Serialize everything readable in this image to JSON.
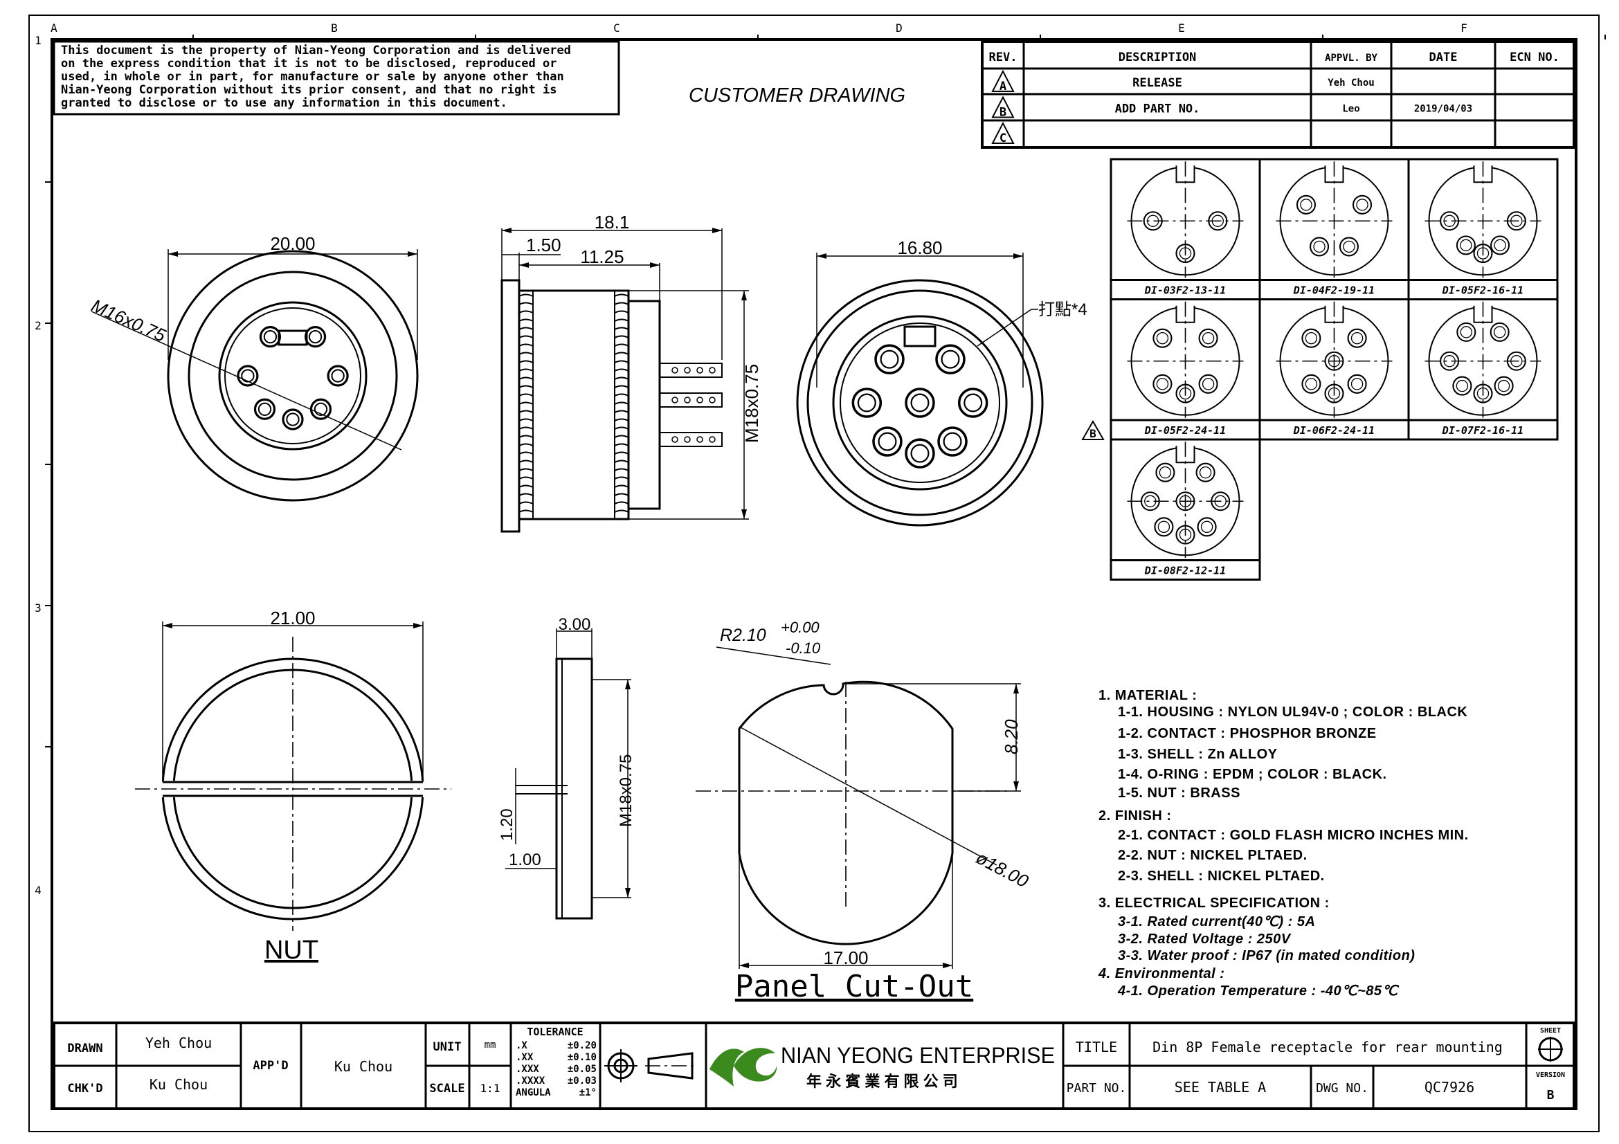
{
  "frame": {
    "columns": [
      "A",
      "B",
      "C",
      "D",
      "E",
      "F"
    ],
    "rows": [
      "1",
      "2",
      "3",
      "4"
    ]
  },
  "notice": [
    "This document is the property of Nian-Yeong Corporation and is delivered",
    "on  the  express condition that it is not to be disclosed, reproduced or",
    "used, in whole or in part, for manufacture or sale by anyone other than",
    "Nian-Yeong Corporation without  its prior consent, and that  no right  is",
    "granted to disclose or to use any information in this  document."
  ],
  "header_title": "CUSTOMER DRAWING",
  "revision_table": {
    "headers": [
      "REV.",
      "DESCRIPTION",
      "APPVL. BY",
      "DATE",
      "ECN NO."
    ],
    "rows": [
      {
        "rev": "A",
        "description": "RELEASE",
        "approved_by": "Yeh Chou",
        "date": "",
        "ecn": ""
      },
      {
        "rev": "B",
        "description": "ADD PART NO.",
        "approved_by": "Leo",
        "date": "2019/04/03",
        "ecn": ""
      },
      {
        "rev": "C",
        "description": "",
        "approved_by": "",
        "date": "",
        "ecn": ""
      }
    ]
  },
  "part_table": {
    "rev_marker": "B",
    "parts": [
      {
        "label": "DI-03F2-13-11",
        "pins": 3
      },
      {
        "label": "DI-04F2-19-11",
        "pins": 4
      },
      {
        "label": "DI-05F2-16-11",
        "pins": 5
      },
      {
        "label": "DI-05F2-24-11",
        "pins": 5
      },
      {
        "label": "DI-06F2-24-11",
        "pins": 6
      },
      {
        "label": "DI-07F2-16-11",
        "pins": 7
      },
      {
        "label": "DI-08F2-12-11",
        "pins": 8
      }
    ]
  },
  "dimensions": {
    "front_width": "20.00",
    "front_thread": "M16x0.75",
    "side_length": "18.1",
    "side_flange": "1.50",
    "side_thread_len": "11.25",
    "side_thread": "M18x0.75",
    "rear_width": "16.80",
    "rear_mark": "打點*4",
    "nut_width": "21.00",
    "nut_thickness": "3.00",
    "nut_thread": "M18x0.75",
    "nut_a": "1.20",
    "nut_b": "1.00",
    "cutout_radius": "R2.10",
    "cutout_radius_tol_plus": "+0.00",
    "cutout_radius_tol_minus": "-0.10",
    "cutout_flat": "8.20",
    "cutout_dia": "ø18.00",
    "cutout_width": "17.00"
  },
  "view_labels": {
    "nut": "NUT",
    "cutout": "Panel Cut-Out"
  },
  "notes": [
    {
      "text": "1.  MATERIAL  :",
      "indent": 0
    },
    {
      "text": "1-1.  HOUSING  :  NYLON  UL94V-0  ;  COLOR  :  BLACK",
      "indent": 1
    },
    {
      "text": "1-2.  CONTACT  :  PHOSPHOR  BRONZE",
      "indent": 1
    },
    {
      "text": "1-3.  SHELL  :  Zn  ALLOY",
      "indent": 1
    },
    {
      "text": "1-4.  O-RING  :  EPDM  ;  COLOR  :  BLACK.",
      "indent": 1
    },
    {
      "text": "1-5.  NUT  :  BRASS",
      "indent": 1
    },
    {
      "text": "2.  FINISH  :",
      "indent": 0
    },
    {
      "text": "2-1.  CONTACT  :  GOLD  FLASH  MICRO  INCHES  MIN.",
      "indent": 1
    },
    {
      "text": "2-2.  NUT  :  NICKEL  PLTAED.",
      "indent": 1
    },
    {
      "text": "2-3.  SHELL  :  NICKEL  PLTAED.",
      "indent": 1
    },
    {
      "text": "3.  ELECTRICAL  SPECIFICATION  :",
      "indent": 0
    },
    {
      "text": "3-1.  Rated  current(40℃)  :  5A",
      "indent": 1
    },
    {
      "text": "3-2.  Rated  Voltage  :  250V",
      "indent": 1
    },
    {
      "text": "3-3.  Water  proof  :  IP67  (in  mated  condition)",
      "indent": 1
    },
    {
      "text": "4.  Environmental  :",
      "indent": 0
    },
    {
      "text": "4-1.  Operation  Temperature  :  -40℃~85℃",
      "indent": 1
    }
  ],
  "title_block": {
    "drawn_label": "DRAWN",
    "drawn": "Yeh Chou",
    "checked_label": "CHK'D",
    "checked": "Ku Chou",
    "approved_label": "APP'D",
    "approved": "Ku Chou",
    "unit_label": "UNIT",
    "unit": "mm",
    "scale_label": "SCALE",
    "scale": "1:1",
    "tolerance": {
      "title": "TOLERANCE",
      "rows": [
        {
          "k": ".X",
          "v": "±0.20"
        },
        {
          "k": ".XX",
          "v": "±0.10"
        },
        {
          "k": ".XXX",
          "v": "±0.05"
        },
        {
          "k": ".XXXX",
          "v": "±0.03"
        },
        {
          "k": "ANGULA",
          "v": "±1°"
        }
      ]
    },
    "company": "NIAN YEONG ENTERPRISE",
    "company_cn": "年 永 賓 業 有 限 公 司",
    "title_label": "TITLE",
    "title": "Din 8P Female receptacle for rear mounting",
    "part_label": "PART NO.",
    "part": "SEE TABLE A",
    "dwg_label": "DWG NO.",
    "dwg": "QC7926",
    "sheet_label": "SHEET",
    "version_label": "VERSION",
    "version": "B",
    "logo_color": "#3a8a1e"
  }
}
